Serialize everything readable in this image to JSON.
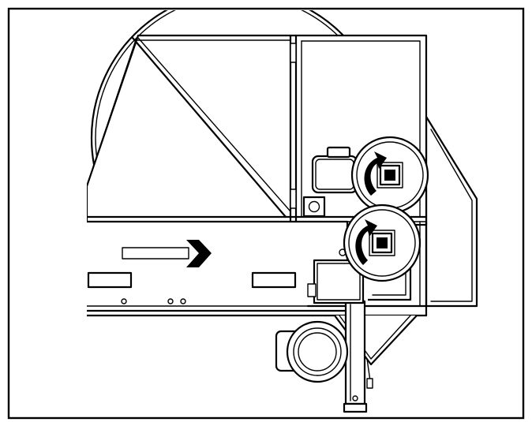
{
  "figure": {
    "stroke_color": "#000000",
    "background_color": "#ffffff",
    "flow_direction": "right",
    "rollers": [
      {
        "rotation": "clockwise"
      },
      {
        "rotation": "clockwise"
      }
    ]
  }
}
